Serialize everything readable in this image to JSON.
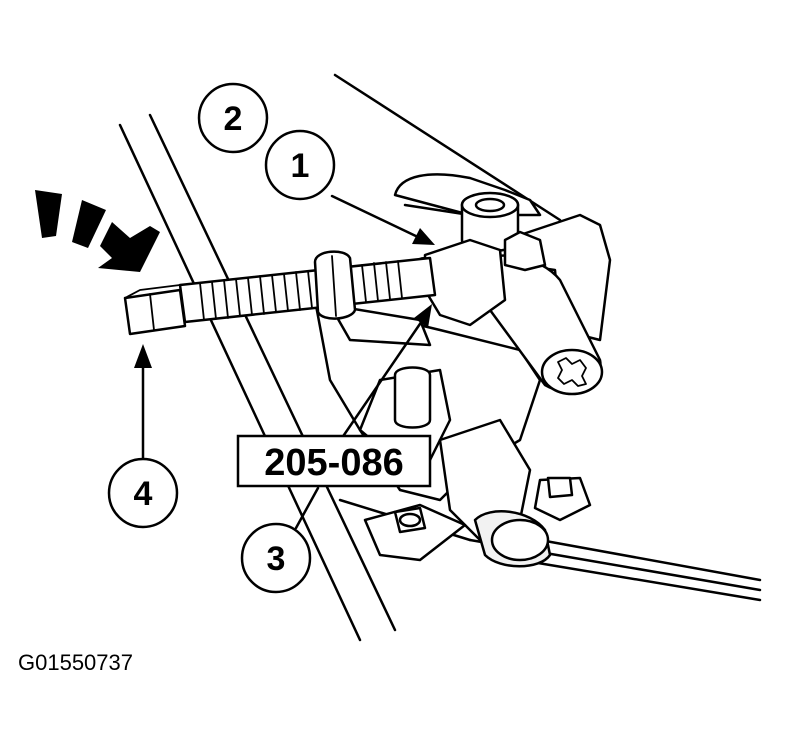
{
  "callouts": [
    {
      "id": "1",
      "label": "1"
    },
    {
      "id": "2",
      "label": "2"
    },
    {
      "id": "3",
      "label": "3"
    },
    {
      "id": "4",
      "label": "4"
    }
  ],
  "tool_label": "205-086",
  "figure_id": "G01550737",
  "colors": {
    "ink": "#000000",
    "paper": "#ffffff"
  }
}
